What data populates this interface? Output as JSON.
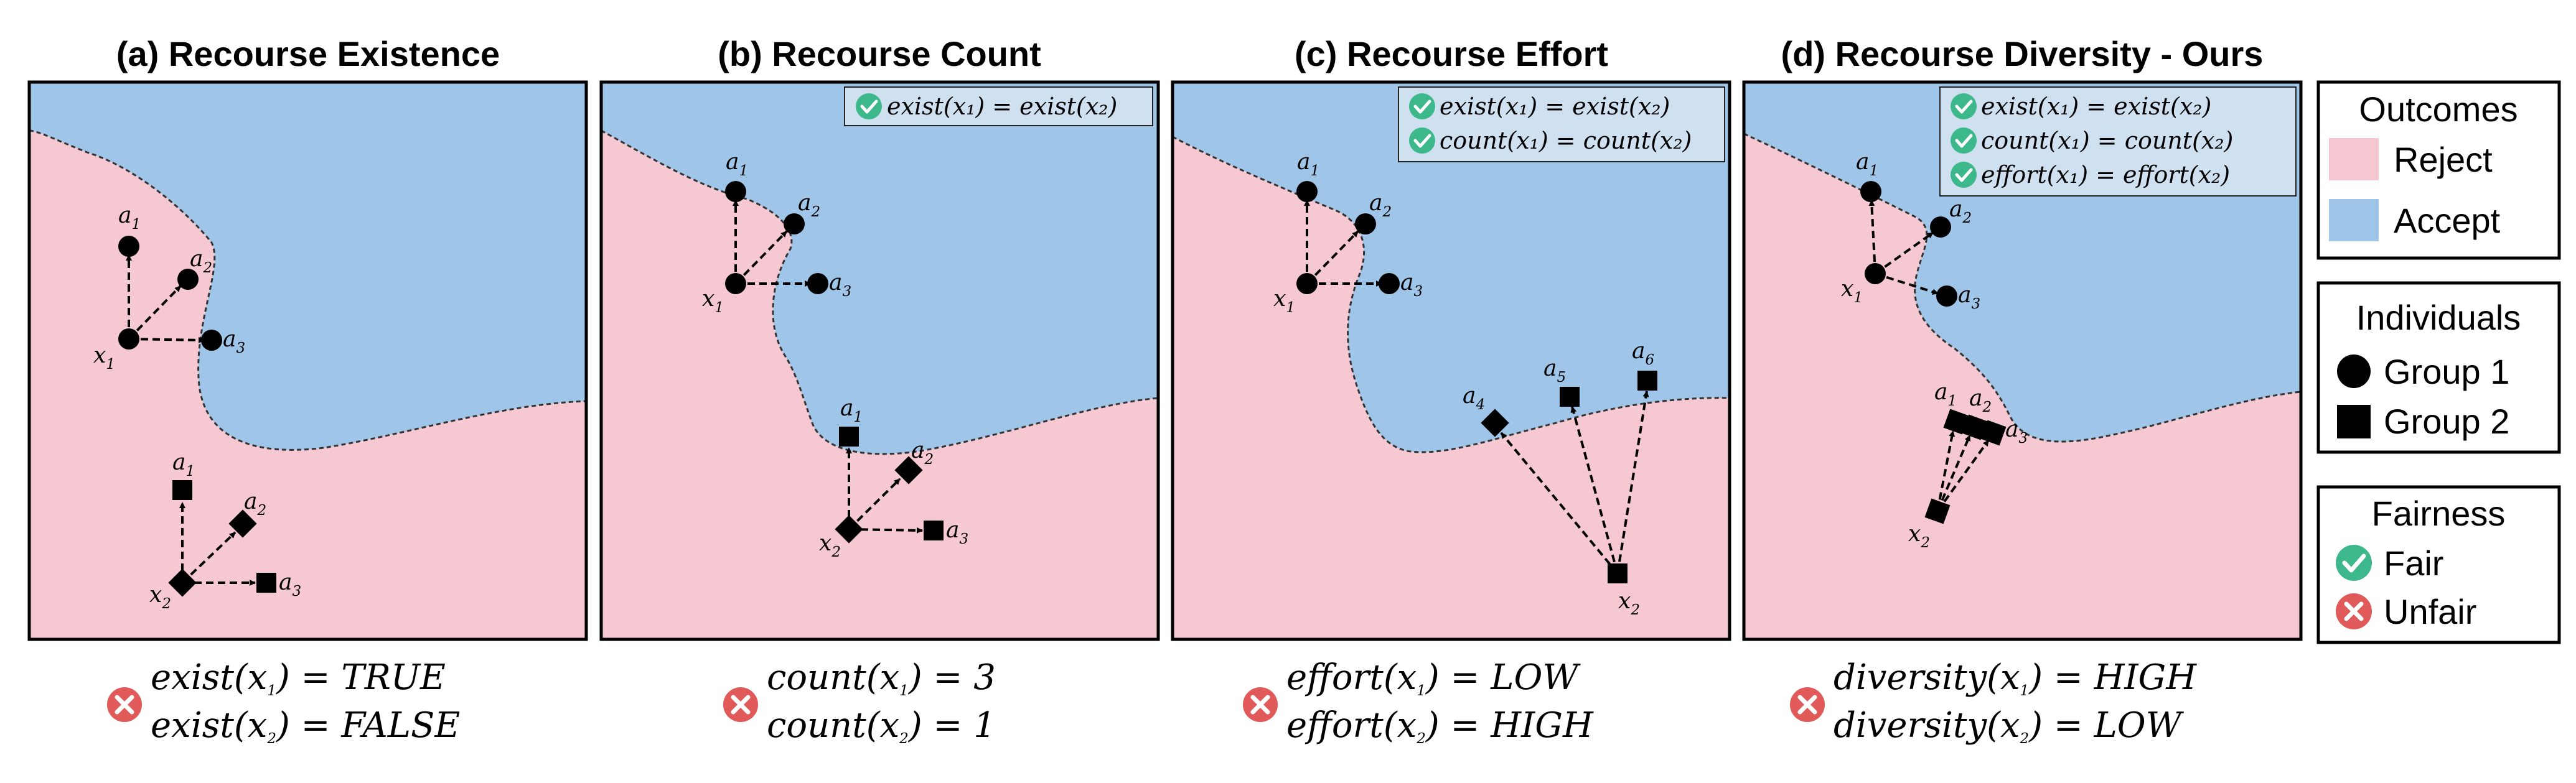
{
  "colors": {
    "reject": "#f6c8d1",
    "accept": "#9fc5e8",
    "fair": "#3db88b",
    "unfair": "#e05a5a",
    "cond_box": "#cfe0f1"
  },
  "panels": [
    {
      "title": "(a) Recourse Existence",
      "conditions": [],
      "x1_label": "x",
      "x1_sub": "1",
      "x2_label": "x",
      "x2_sub": "2",
      "a_labels": [
        "a",
        "a",
        "a",
        "a",
        "a",
        "a"
      ],
      "a_subs": [
        "1",
        "2",
        "3",
        "1",
        "2",
        "3"
      ],
      "eq": [
        {
          "fn": "exist",
          "arg": "x",
          "sub": "1",
          "val": "TRUE"
        },
        {
          "fn": "exist",
          "arg": "x",
          "sub": "2",
          "val": "FALSE"
        }
      ]
    },
    {
      "title": "(b) Recourse Count",
      "conditions": [
        "exist(x₁) = exist(x₂)"
      ],
      "x1_label": "x",
      "x1_sub": "1",
      "x2_label": "x",
      "x2_sub": "2",
      "a_labels": [
        "a",
        "a",
        "a",
        "a",
        "a",
        "a"
      ],
      "a_subs": [
        "1",
        "2",
        "3",
        "1",
        "2",
        "3"
      ],
      "eq": [
        {
          "fn": "count",
          "arg": "x",
          "sub": "1",
          "val": "3"
        },
        {
          "fn": "count",
          "arg": "x",
          "sub": "2",
          "val": "1"
        }
      ]
    },
    {
      "title": "(c) Recourse Effort",
      "conditions": [
        "exist(x₁) = exist(x₂)",
        "count(x₁) = count(x₂)"
      ],
      "x1_label": "x",
      "x1_sub": "1",
      "x2_label": "x",
      "x2_sub": "2",
      "a_labels": [
        "a",
        "a",
        "a",
        "a",
        "a",
        "a"
      ],
      "a_subs": [
        "1",
        "2",
        "3",
        "4",
        "5",
        "6"
      ],
      "eq": [
        {
          "fn": "effort",
          "arg": "x",
          "sub": "1",
          "val": "LOW"
        },
        {
          "fn": "effort",
          "arg": "x",
          "sub": "2",
          "val": "HIGH"
        }
      ]
    },
    {
      "title": "(d) Recourse Diversity - Ours",
      "conditions": [
        "exist(x₁) = exist(x₂)",
        "count(x₁) = count(x₂)",
        "effort(x₁) = effort(x₂)"
      ],
      "x1_label": "x",
      "x1_sub": "1",
      "x2_label": "x",
      "x2_sub": "2",
      "a_labels": [
        "a",
        "a",
        "a",
        "a",
        "a",
        "a"
      ],
      "a_subs": [
        "1",
        "2",
        "3",
        "1",
        "2",
        "3"
      ],
      "eq": [
        {
          "fn": "diversity",
          "arg": "x",
          "sub": "1",
          "val": "HIGH"
        },
        {
          "fn": "diversity",
          "arg": "x",
          "sub": "2",
          "val": "LOW"
        }
      ]
    }
  ],
  "legend": {
    "outcomes": {
      "title": "Outcomes",
      "items": [
        "Reject",
        "Accept"
      ]
    },
    "individuals": {
      "title": "Individuals",
      "items": [
        "Group 1",
        "Group 2"
      ]
    },
    "fairness": {
      "title": "Fairness",
      "items": [
        "Fair",
        "Unfair"
      ]
    }
  }
}
